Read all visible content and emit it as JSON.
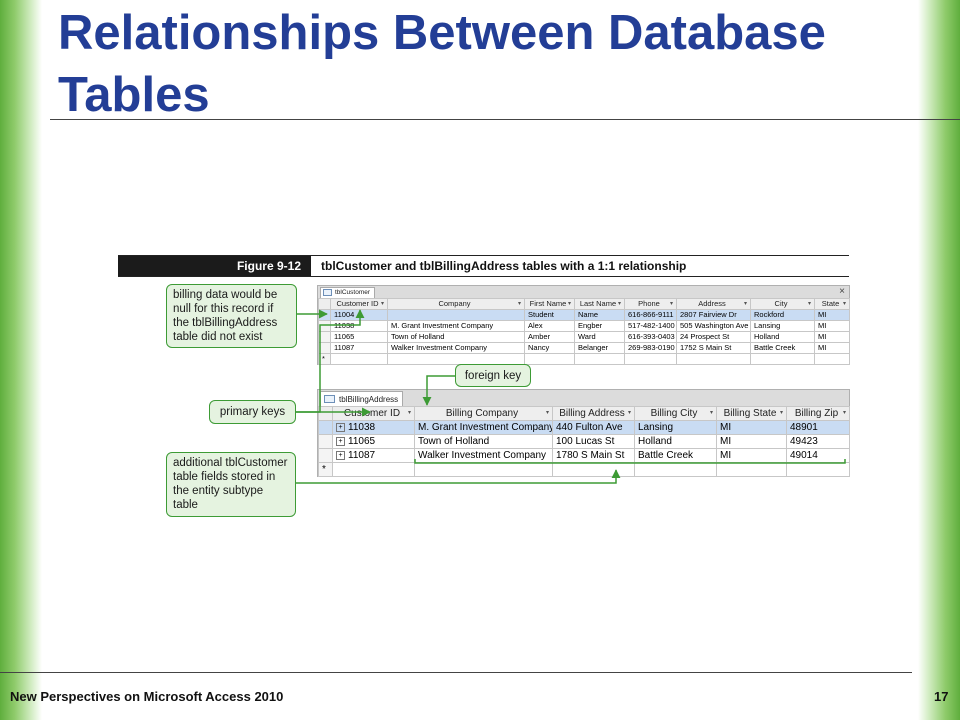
{
  "slide": {
    "title": "Relationships Between Database Tables",
    "footer": "New Perspectives on Microsoft Access 2010",
    "page_number": "17"
  },
  "figure": {
    "label": "Figure 9-12",
    "caption": "tblCustomer and tblBillingAddress tables with a 1:1 relationship"
  },
  "callouts": {
    "billing_null": "billing data would be null for this record if the tblBillingAddress table did not exist",
    "primary_keys": "primary keys",
    "foreign_key": "foreign key",
    "additional_fields": "additional tblCustomer table fields stored in the entity subtype table"
  },
  "tbl_customer": {
    "tab": "tblCustomer",
    "close": "×",
    "columns": [
      "Customer ID",
      "Company",
      "First Name",
      "Last Name",
      "Phone",
      "Address",
      "City",
      "State"
    ],
    "rows": [
      [
        "11004",
        "",
        "Student",
        "Name",
        "616-866-9111",
        "2807 Fairview Dr",
        "Rockford",
        "MI"
      ],
      [
        "11038",
        "M. Grant Investment Company",
        "Alex",
        "Engber",
        "517-482-1400",
        "505 Washington Ave",
        "Lansing",
        "MI"
      ],
      [
        "11065",
        "Town of Holland",
        "Amber",
        "Ward",
        "616-393-0403",
        "24 Prospect St",
        "Holland",
        "MI"
      ],
      [
        "11087",
        "Walker Investment Company",
        "Nancy",
        "Belanger",
        "269-983-0190",
        "1752 S Main St",
        "Battle Creek",
        "MI"
      ]
    ],
    "new_row_marker": "*"
  },
  "tbl_billing": {
    "tab": "tblBillingAddress",
    "columns": [
      "Customer ID",
      "Billing Company",
      "Billing Address",
      "Billing City",
      "Billing State",
      "Billing Zip"
    ],
    "rows": [
      [
        "11038",
        "M. Grant Investment Company",
        "440 Fulton Ave",
        "Lansing",
        "MI",
        "48901"
      ],
      [
        "11065",
        "Town of Holland",
        "100 Lucas St",
        "Holland",
        "MI",
        "49423"
      ],
      [
        "11087",
        "Walker Investment Company",
        "1780 S Main St",
        "Battle Creek",
        "MI",
        "49014"
      ]
    ],
    "new_row_marker": "*",
    "expand_icon": "+"
  },
  "colors": {
    "title": "#233e96",
    "callout_border": "#3d9b35",
    "callout_fill": "#e5f3e0",
    "selected_row": "#c9dcf3"
  }
}
